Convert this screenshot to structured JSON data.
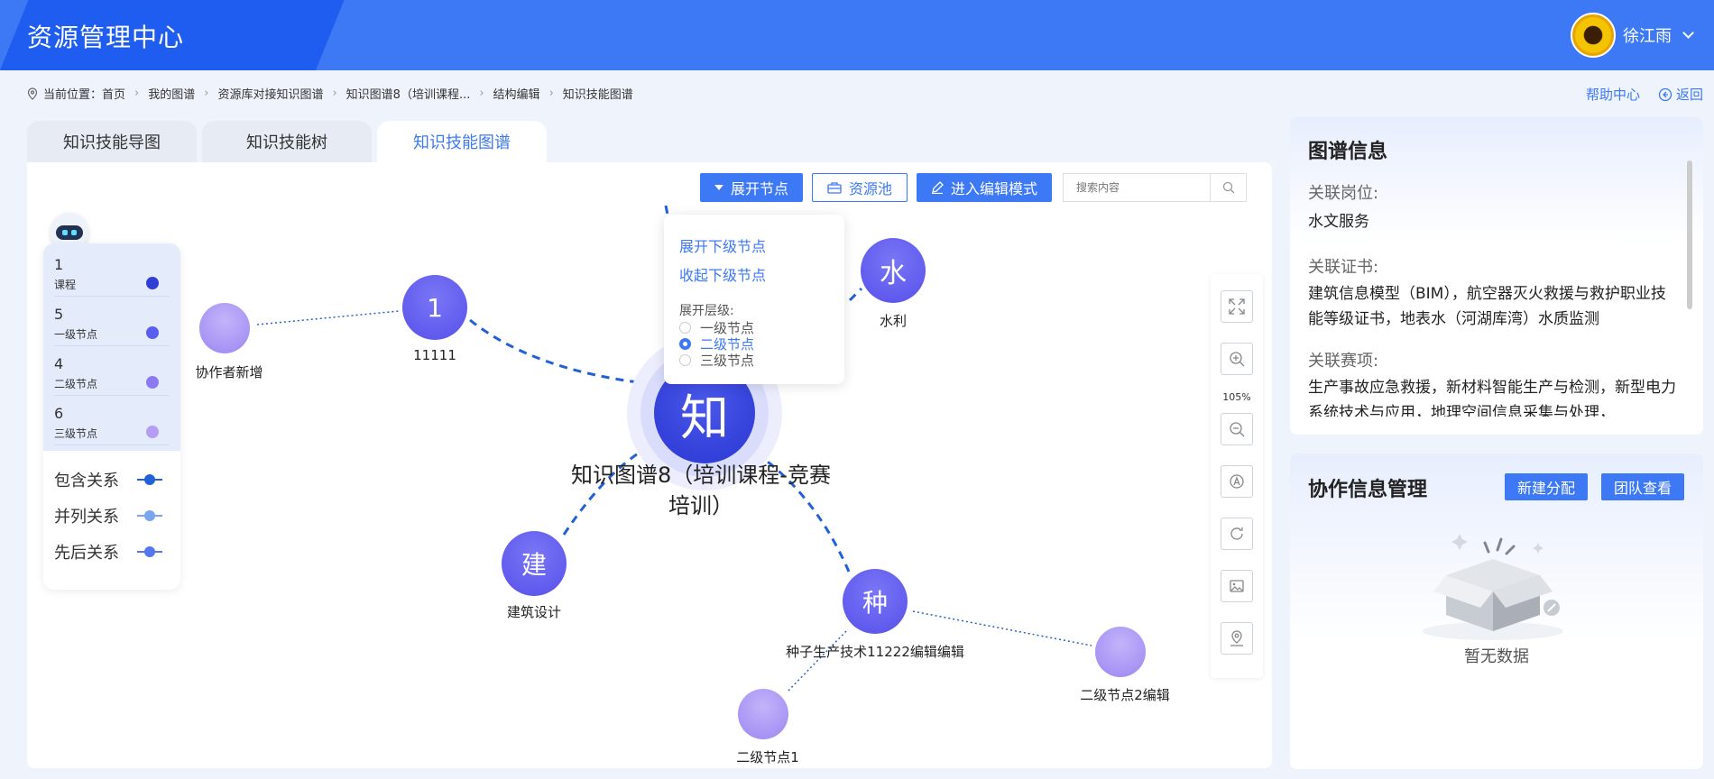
{
  "header": {
    "title": "资源管理中心",
    "user_name": "徐江雨"
  },
  "breadcrumb": {
    "prefix": "当前位置：",
    "items": [
      "首页",
      "我的图谱",
      "资源库对接知识图谱",
      "知识图谱8（培训课程...",
      "结构编辑",
      "知识技能图谱"
    ]
  },
  "top_links": {
    "help": "帮助中心",
    "back": "返回"
  },
  "tabs": [
    {
      "label": "知识技能导图"
    },
    {
      "label": "知识技能树"
    },
    {
      "label": "知识技能图谱",
      "active": true
    }
  ],
  "toolbar": {
    "expand": "展开节点",
    "pool": "资源池",
    "edit": "进入编辑模式",
    "search_placeholder": "搜索内容"
  },
  "popup": {
    "expand_children": "展开下级节点",
    "collapse_children": "收起下级节点",
    "level_title": "展开层级:",
    "levels": [
      "一级节点",
      "二级节点",
      "三级节点"
    ],
    "selected": "二级节点"
  },
  "legend": {
    "counts": [
      {
        "count": "1",
        "label": "课程",
        "color": "#2f3fd6"
      },
      {
        "count": "5",
        "label": "一级节点",
        "color": "#5b5cf0"
      },
      {
        "count": "4",
        "label": "二级节点",
        "color": "#8d7af2"
      },
      {
        "count": "6",
        "label": "三级节点",
        "color": "#b59df5"
      }
    ],
    "relations": [
      {
        "label": "包含关系",
        "color": "#2260d8"
      },
      {
        "label": "并列关系",
        "color": "#7aa5ef"
      },
      {
        "label": "先后关系",
        "color": "#5577ee"
      }
    ]
  },
  "graph": {
    "center": {
      "glyph": "知",
      "label_line1": "知识图谱8（培训课程-竞赛",
      "label_line2": "培训）"
    },
    "nodes": {
      "n1": {
        "glyph": "1",
        "label": "11111"
      },
      "water": {
        "glyph": "水",
        "label": "水利"
      },
      "build": {
        "glyph": "建",
        "label": "建筑设计"
      },
      "seed": {
        "glyph": "种",
        "label": "种子生产技术11222编辑编辑"
      },
      "collab": {
        "label": "协作者新增"
      },
      "sec1": {
        "label": "二级节点1"
      },
      "sec2": {
        "label": "二级节点2编辑"
      }
    }
  },
  "zoom": {
    "level": "105%"
  },
  "info_panel": {
    "title": "图谱信息",
    "fields": [
      {
        "key": "关联岗位:",
        "value": "水文服务"
      },
      {
        "key": "关联证书:",
        "value": "建筑信息模型（BIM），航空器灭火救援与救护职业技能等级证书，地表水（河湖库湾）水质监测"
      },
      {
        "key": "关联赛项:",
        "value": "生产事故应急救援，新材料智能生产与检测，新型电力系统技术与应用，地理空间信息采集与处理，"
      }
    ]
  },
  "collab_panel": {
    "title": "协作信息管理",
    "new_btn": "新建分配",
    "team_btn": "团队查看",
    "empty": "暂无数据"
  }
}
